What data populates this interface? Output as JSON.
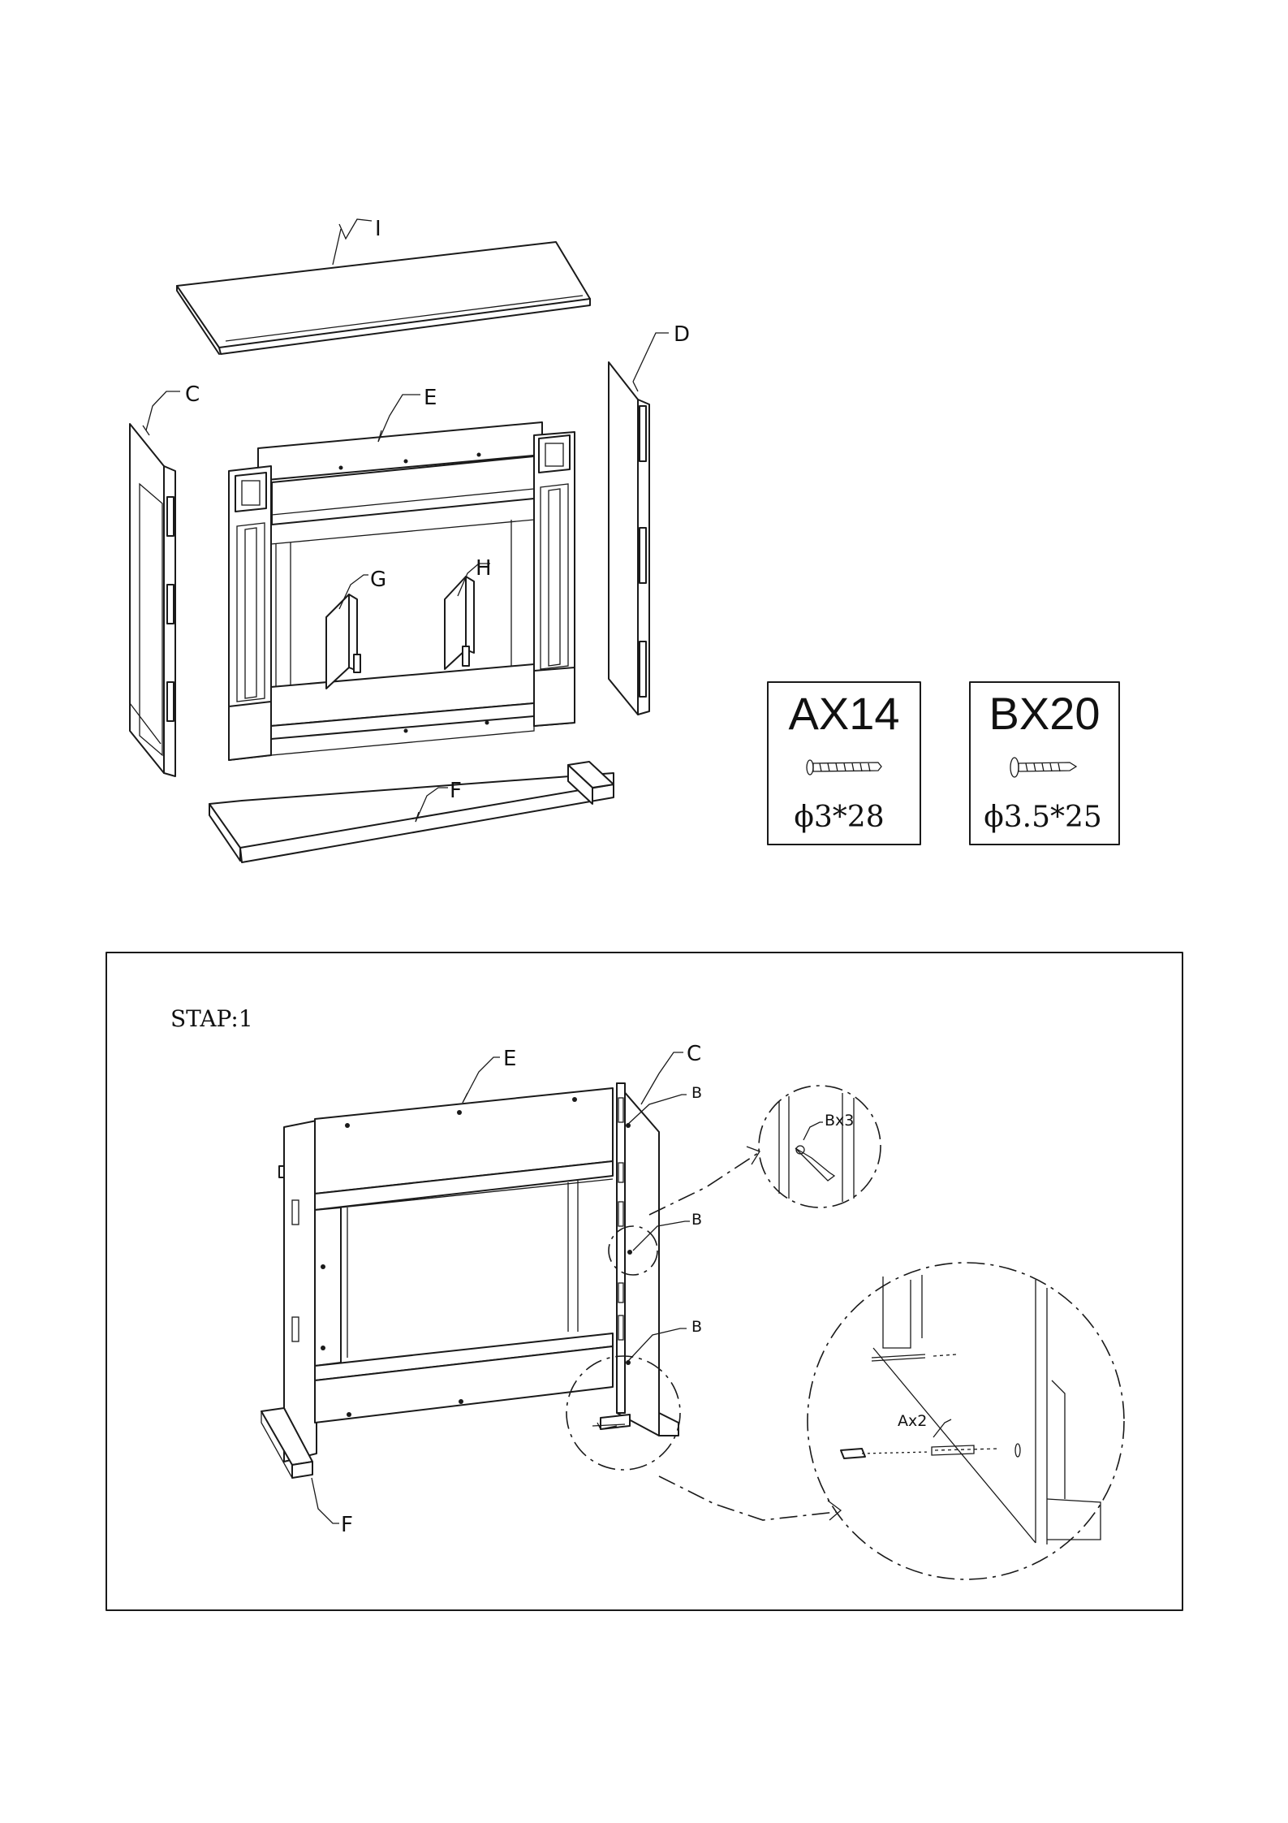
{
  "parts": {
    "I": "I",
    "C": "C",
    "D": "D",
    "E": "E",
    "F": "F",
    "G": "G",
    "H": "H"
  },
  "hardware": [
    {
      "title": "AX14",
      "size": "ϕ3*28"
    },
    {
      "title": "BX20",
      "size": "ϕ3.5*25"
    }
  ],
  "step1": {
    "title": "STAP:1",
    "labels": {
      "E": "E",
      "C": "C",
      "F": "F",
      "B1": "B",
      "B2": "B",
      "B3": "B",
      "detail_top": "Bx3",
      "detail_bottom": "Ax2"
    }
  },
  "colors": {
    "ink": "#1a1a1a",
    "paper": "#ffffff"
  }
}
